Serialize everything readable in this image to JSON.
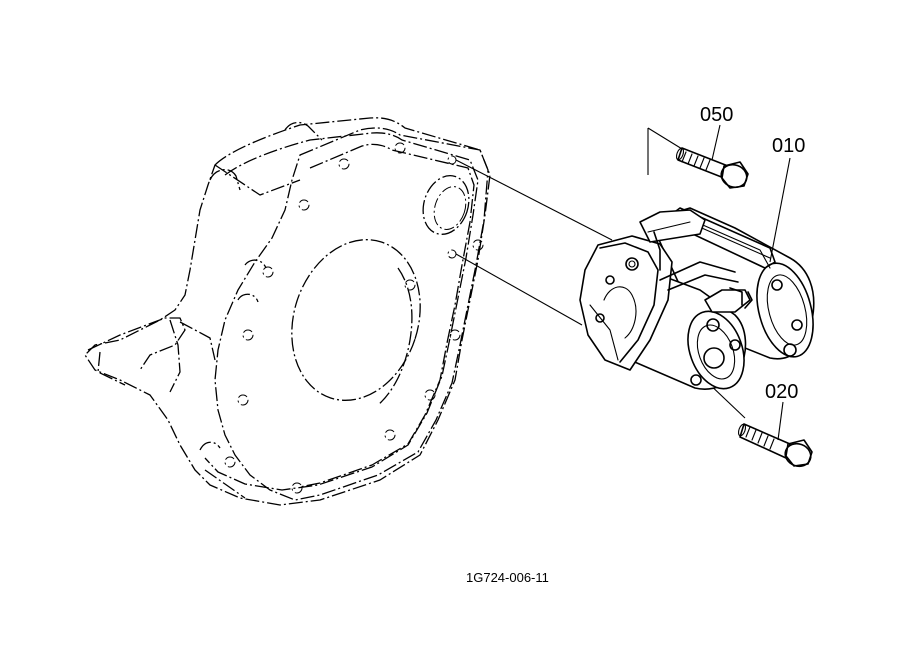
{
  "diagram": {
    "callouts": [
      {
        "id": "050",
        "label": "050",
        "part": "bolt"
      },
      {
        "id": "010",
        "label": "010",
        "part": "starter-motor"
      },
      {
        "id": "020",
        "label": "020",
        "part": "bolt"
      }
    ],
    "drawing_number": "1G724-006-11"
  }
}
